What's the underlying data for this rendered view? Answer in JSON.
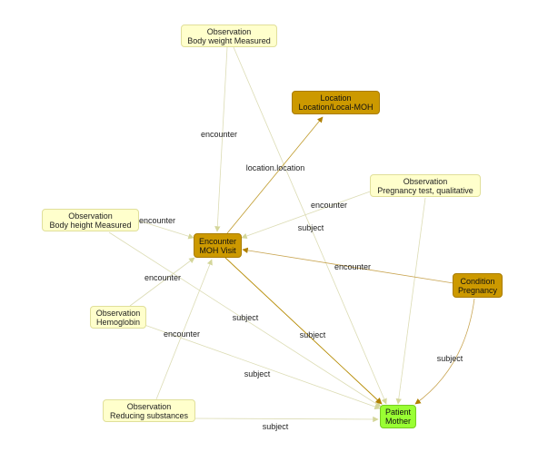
{
  "nodes": {
    "obs_weight": {
      "type": "Observation",
      "label": "Body weight Measured"
    },
    "location": {
      "type": "Location",
      "label": "Location/Local-MOH"
    },
    "obs_preg_test": {
      "type": "Observation",
      "label": "Pregnancy test, qualitative"
    },
    "obs_height": {
      "type": "Observation",
      "label": "Body height Measured"
    },
    "encounter": {
      "type": "Encounter",
      "label": "MOH Visit"
    },
    "condition": {
      "type": "Condition",
      "label": "Pregnancy"
    },
    "obs_hemoglobin": {
      "type": "Observation",
      "label": "Hemoglobin"
    },
    "obs_reducing": {
      "type": "Observation",
      "label": "Reducing substances"
    },
    "patient": {
      "type": "Patient",
      "label": "Mother"
    }
  },
  "edges": [
    {
      "id": "e_weight_enc",
      "label": "encounter"
    },
    {
      "id": "e_weight_pat",
      "label": ""
    },
    {
      "id": "e_enc_loc",
      "label": "location.location"
    },
    {
      "id": "e_pregtest_enc",
      "label": "encounter"
    },
    {
      "id": "e_pregtest_pat",
      "label": "subject"
    },
    {
      "id": "e_height_enc",
      "label": "encounter"
    },
    {
      "id": "e_height_pat",
      "label": "subject"
    },
    {
      "id": "e_cond_enc",
      "label": "encounter"
    },
    {
      "id": "e_cond_pat",
      "label": "subject"
    },
    {
      "id": "e_hemo_enc",
      "label": "encounter"
    },
    {
      "id": "e_hemo_pat",
      "label": "subject"
    },
    {
      "id": "e_reduc_enc",
      "label": "encounter"
    },
    {
      "id": "e_reduc_pat",
      "label": "subject"
    },
    {
      "id": "e_enc_pat",
      "label": "subject"
    }
  ],
  "colors": {
    "observation_fill": "#ffffcc",
    "resource_fill": "#cc9900",
    "patient_fill": "#99ff33",
    "edge_light": "#d6d8a8",
    "edge_dark": "#b58a00"
  }
}
